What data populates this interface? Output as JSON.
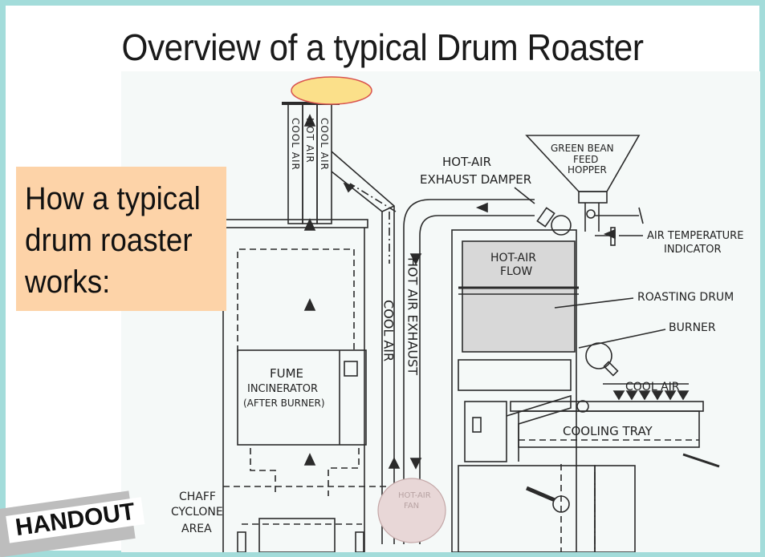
{
  "slide": {
    "title": "Overview of a typical Drum Roaster",
    "callout": {
      "lines": [
        "How a typical",
        "drum roaster",
        "works:"
      ]
    },
    "handout_stamp": "HANDOUT"
  },
  "diagram": {
    "labels": {
      "stack_left": "COOL AIR",
      "stack_middle": "HOT AIR",
      "stack_right": "COOL AIR",
      "hot_air_exhaust_damper_1": "HOT-AIR",
      "hot_air_exhaust_damper_2": "EXHAUST DAMPER",
      "hopper_1": "GREEN BEAN",
      "hopper_2": "FEED",
      "hopper_3": "HOPPER",
      "air_temp_1": "AIR TEMPERATURE",
      "air_temp_2": "INDICATOR",
      "hot_air_flow_1": "HOT-AIR",
      "hot_air_flow_2": "FLOW",
      "roasting_drum": "ROASTING DRUM",
      "burner": "BURNER",
      "cool_air_tray": "COOL AIR",
      "cooling_tray": "COOLING TRAY",
      "cool_air_duct": "COOL AIR",
      "hot_air_exhaust_duct": "HOT AIR EXHAUST",
      "fume_1": "FUME",
      "fume_2": "INCINERATOR",
      "fume_3": "(AFTER BURNER)",
      "chaff_1": "CHAFF",
      "chaff_2": "CYCLONE",
      "chaff_3": "AREA",
      "fan_1": "HOT-AIR",
      "fan_2": "FAN"
    },
    "colors": {
      "smoke_cloud": "#fbe08a",
      "smoke_outline": "#d9534f",
      "fan_cloud": "#e8d7d7",
      "line": "#2b2b2b",
      "frame": "#a3dcda",
      "callout_bg": "#fdd3a8"
    }
  }
}
